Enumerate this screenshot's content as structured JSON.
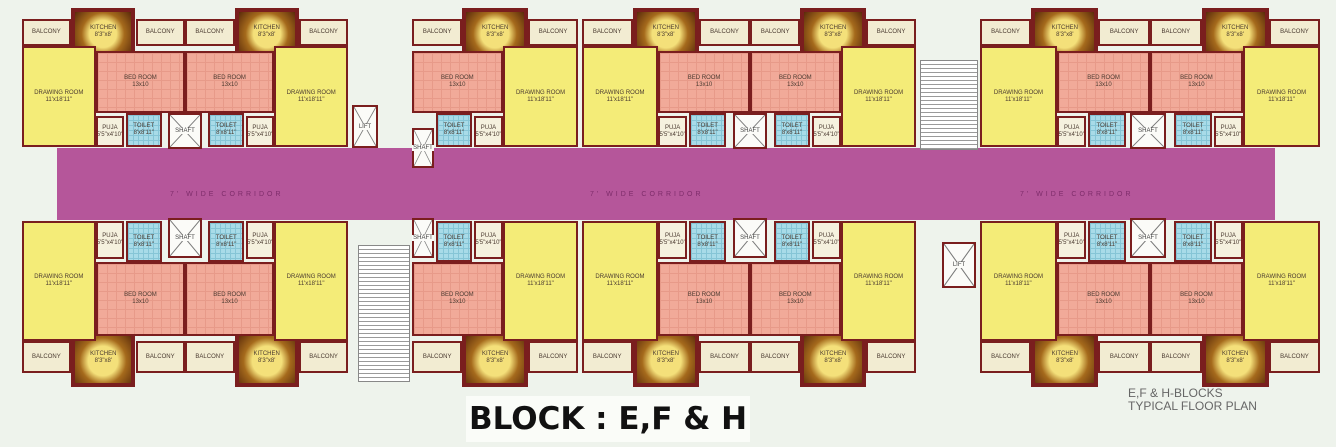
{
  "corridor": {
    "label": "7' WIDE CORRIDOR",
    "color": "#b5569a"
  },
  "rooms": {
    "balcony": "BALCONY",
    "kitchen": "KITCHEN",
    "kitchen_size": "8'3\"x8'",
    "drawing_room": "DRAWING ROOM",
    "drawing_size": "11'x18'11\"",
    "bed_room": "BED ROOM",
    "bed_size": "13x10",
    "toilet": "TOILET",
    "toilet_size": "8'x8'11\"",
    "puja": "PUJA",
    "puja_size": "5'5\"x4'10\"",
    "shaft": "SHAFT",
    "lift": "LIFT"
  },
  "colors": {
    "wall": "#7a1e1e",
    "drawing_room": "#f4ec78",
    "bed_room": "#f1aa99",
    "toilet": "#a8dbe8",
    "background": "#eef3ec"
  },
  "title": "BLOCK : E,F & H",
  "caption": {
    "line1": "E,F & H-BLOCKS",
    "line2": "TYPICAL FLOOR PLAN"
  }
}
